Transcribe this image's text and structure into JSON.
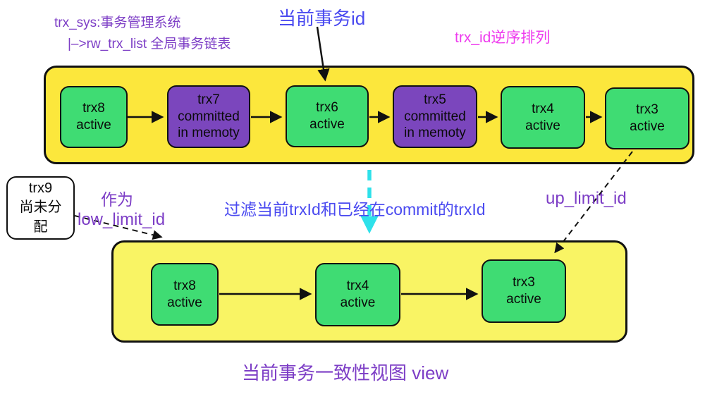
{
  "labels": {
    "trx_sys_line1": "trx_sys:事务管理系统",
    "trx_sys_line2": "|–>rw_trx_list 全局事务链表",
    "current_trx_id": "当前事务id",
    "trx_id_order": "trx_id逆序排列",
    "as_label": "作为",
    "low_limit_id": "low_limit_id",
    "filter_note": "过滤当前trxId和已经在commit的trxId",
    "up_limit_id": "up_limit_id",
    "caption": "当前事务一致性视图 view"
  },
  "trx9_box": {
    "lines": [
      "trx9",
      "尚未分",
      "配"
    ]
  },
  "top_list": {
    "nodes": [
      {
        "id": "trx8",
        "state": "active",
        "lines": [
          "trx8",
          "active"
        ]
      },
      {
        "id": "trx7",
        "state": "committed-in-memory",
        "lines": [
          "trx7",
          "committed",
          "in memoty"
        ]
      },
      {
        "id": "trx6",
        "state": "active",
        "lines": [
          "trx6",
          "active"
        ]
      },
      {
        "id": "trx5",
        "state": "committed-in-memory",
        "lines": [
          "trx5",
          "committed",
          "in memoty"
        ]
      },
      {
        "id": "trx4",
        "state": "active",
        "lines": [
          "trx4",
          "active"
        ]
      },
      {
        "id": "trx3",
        "state": "active",
        "lines": [
          "trx3",
          "active"
        ]
      }
    ]
  },
  "bottom_list": {
    "nodes": [
      {
        "id": "trx8",
        "state": "active",
        "lines": [
          "trx8",
          "active"
        ]
      },
      {
        "id": "trx4",
        "state": "active",
        "lines": [
          "trx4",
          "active"
        ]
      },
      {
        "id": "trx3",
        "state": "active",
        "lines": [
          "trx3",
          "active"
        ]
      }
    ]
  },
  "colors": {
    "container_yellow_top": "#fce73c",
    "container_yellow_bottom": "#f9f464",
    "node_active_green": "#3fdc73",
    "node_committed_purple": "#7b46bd",
    "text_purple": "#7d3ec6",
    "text_blue": "#4a4af0",
    "text_magenta": "#ee3bee",
    "arrow_cyan": "#2ee1ea",
    "arrow_black": "#111111"
  }
}
